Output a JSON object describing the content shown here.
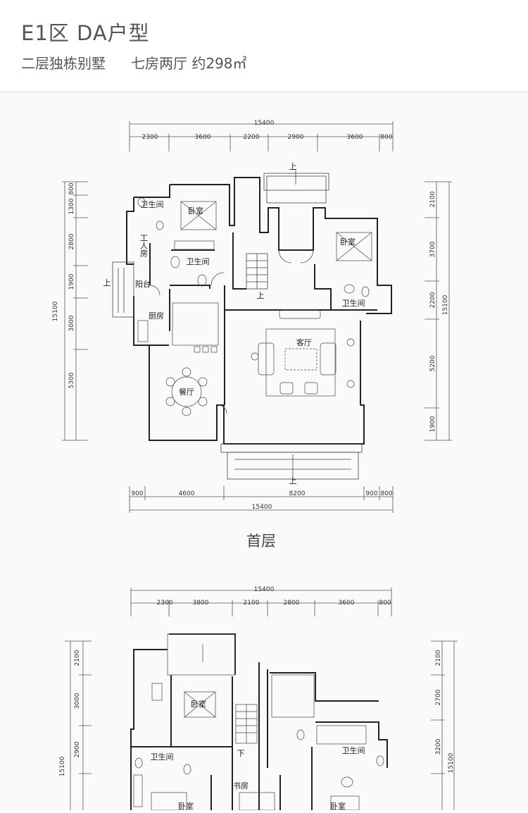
{
  "header": {
    "title": "E1区  DA户型",
    "subtitle_left": "二层独栋别墅",
    "subtitle_right": "七房两厅 约298㎡"
  },
  "floor1": {
    "label": "首层",
    "top_total": "15400",
    "top_dims": [
      "2300",
      "3600",
      "2200",
      "2900",
      "3600",
      "800"
    ],
    "bottom_total": "15400",
    "bottom_dims": [
      "900",
      "4600",
      "8200",
      "900",
      "800"
    ],
    "left_total": "15100",
    "left_dims": [
      "800",
      "1300",
      "2800",
      "1900",
      "3000",
      "5300"
    ],
    "right_total": "15100",
    "right_dims": [
      "2100",
      "3700",
      "2200",
      "5200",
      "1900"
    ],
    "rooms": {
      "bath1": "卫生间",
      "bed1": "卧室",
      "worker": "工人房",
      "bath2": "卫生间",
      "balcony": "阳台",
      "kitchen": "厨房",
      "dining": "餐厅",
      "living": "客厅",
      "bed2": "卧室",
      "bath3": "卫生间"
    },
    "stairs": {
      "up_top": "上",
      "up_left": "上",
      "up_stair": "上",
      "up_bottom": "上"
    }
  },
  "floor2": {
    "top_total": "15400",
    "top_dims": [
      "2300",
      "3800",
      "2100",
      "2800",
      "3600",
      "800"
    ],
    "left_total": "15100",
    "left_dims": [
      "2100",
      "3000",
      "2900"
    ],
    "right_total": "15100",
    "right_dims": [
      "2100",
      "2700",
      "3200"
    ],
    "rooms": {
      "bed1": "卧室",
      "bath1": "卫生间",
      "bath2": "卫生间",
      "study": "书房",
      "bed2": "卧室",
      "bed3": "卧室"
    },
    "stairs": {
      "down": "下"
    }
  },
  "colors": {
    "wall": "#222222",
    "line": "#555555",
    "background": "#fafafa"
  }
}
